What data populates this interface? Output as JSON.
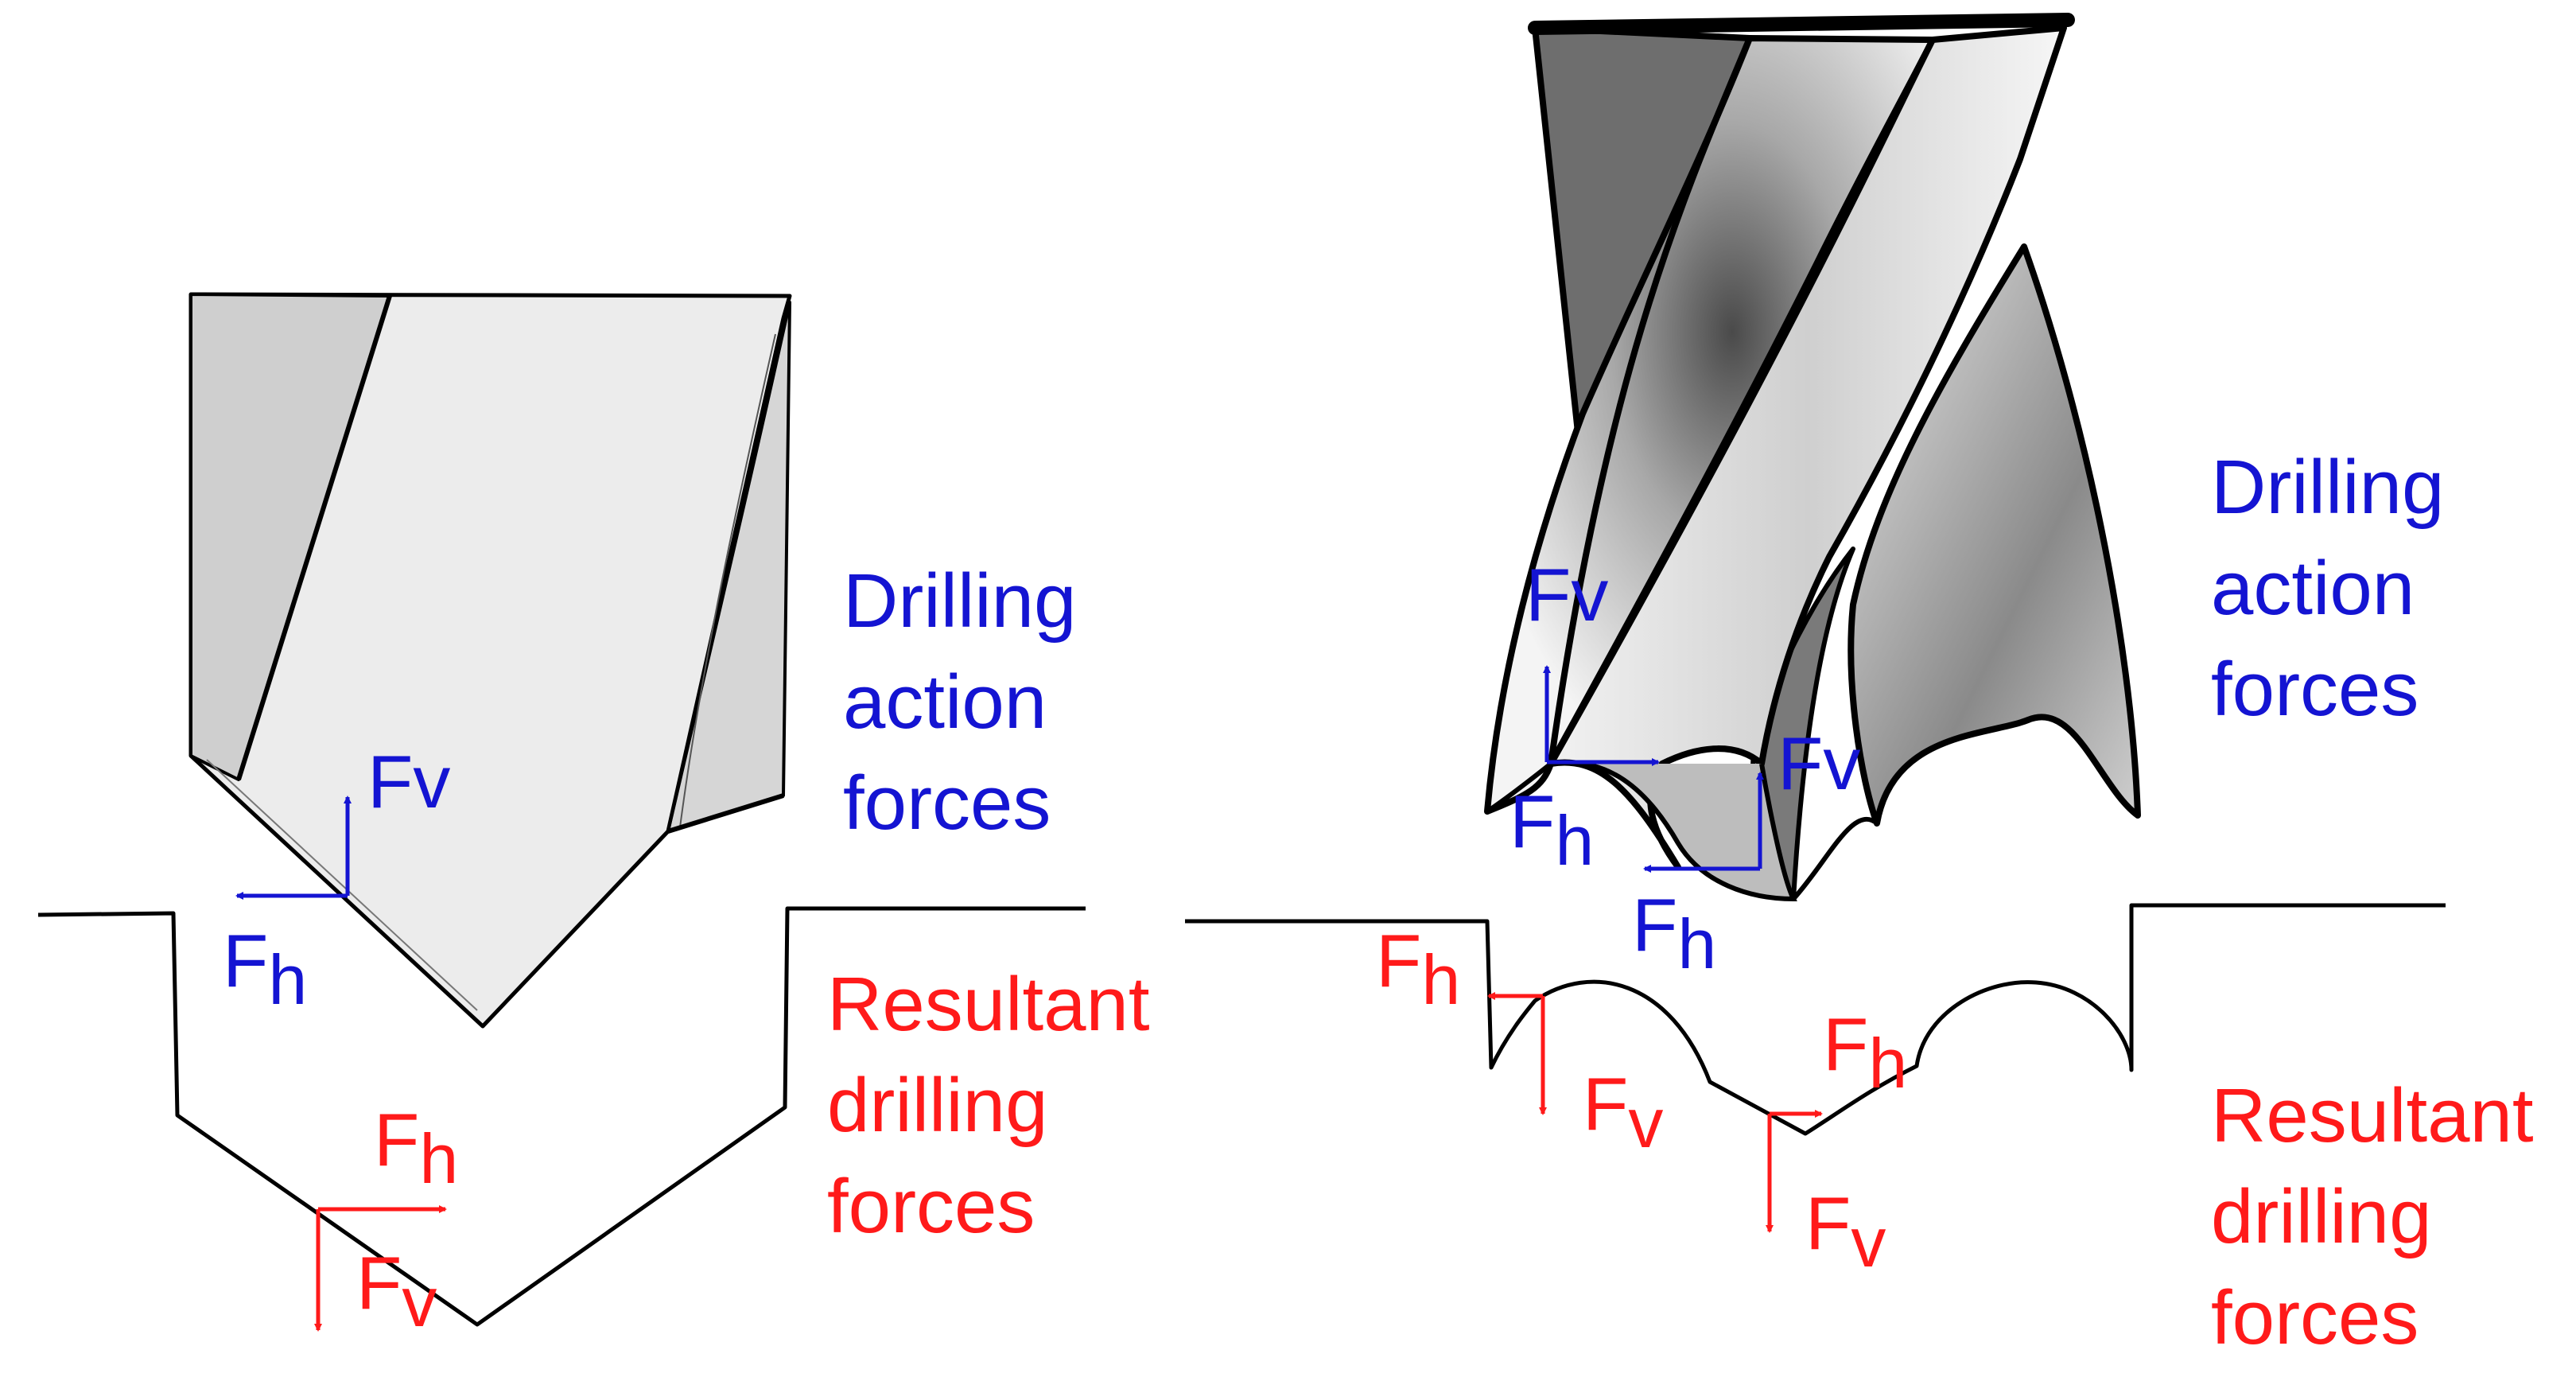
{
  "left_panel": {
    "action_label": [
      "Drilling",
      "action",
      "forces"
    ],
    "resultant_label": [
      "Resultant",
      "drilling",
      "forces"
    ],
    "action_fv": {
      "main": "F",
      "sub": "v"
    },
    "action_fh": {
      "main": "F",
      "sub": "h"
    },
    "result_fh": {
      "main": "F",
      "sub": "h"
    },
    "result_fv": {
      "main": "F",
      "sub": "v"
    }
  },
  "right_panel": {
    "action_label": [
      "Drilling",
      "action",
      "forces"
    ],
    "resultant_label": [
      "Resultant",
      "drilling",
      "forces"
    ],
    "action_fv1": {
      "main": "F",
      "sub": "v"
    },
    "action_fh1": {
      "main": "F",
      "sub": "h"
    },
    "action_fv2": {
      "main": "F",
      "sub": "v"
    },
    "action_fh2": {
      "main": "F",
      "sub": "h"
    },
    "result_fh1": {
      "main": "F",
      "sub": "h"
    },
    "result_fv1": {
      "main": "F",
      "sub": "v"
    },
    "result_fh2": {
      "main": "F",
      "sub": "h"
    },
    "result_fv2": {
      "main": "F",
      "sub": "v"
    }
  },
  "colors": {
    "action_forces": "#1414d2",
    "resultant_forces": "#ff1a1a",
    "outline": "#000000",
    "drill_light": "#ececec",
    "drill_mid": "#cfcfcf",
    "drill_dark": "#6e6e6e"
  }
}
